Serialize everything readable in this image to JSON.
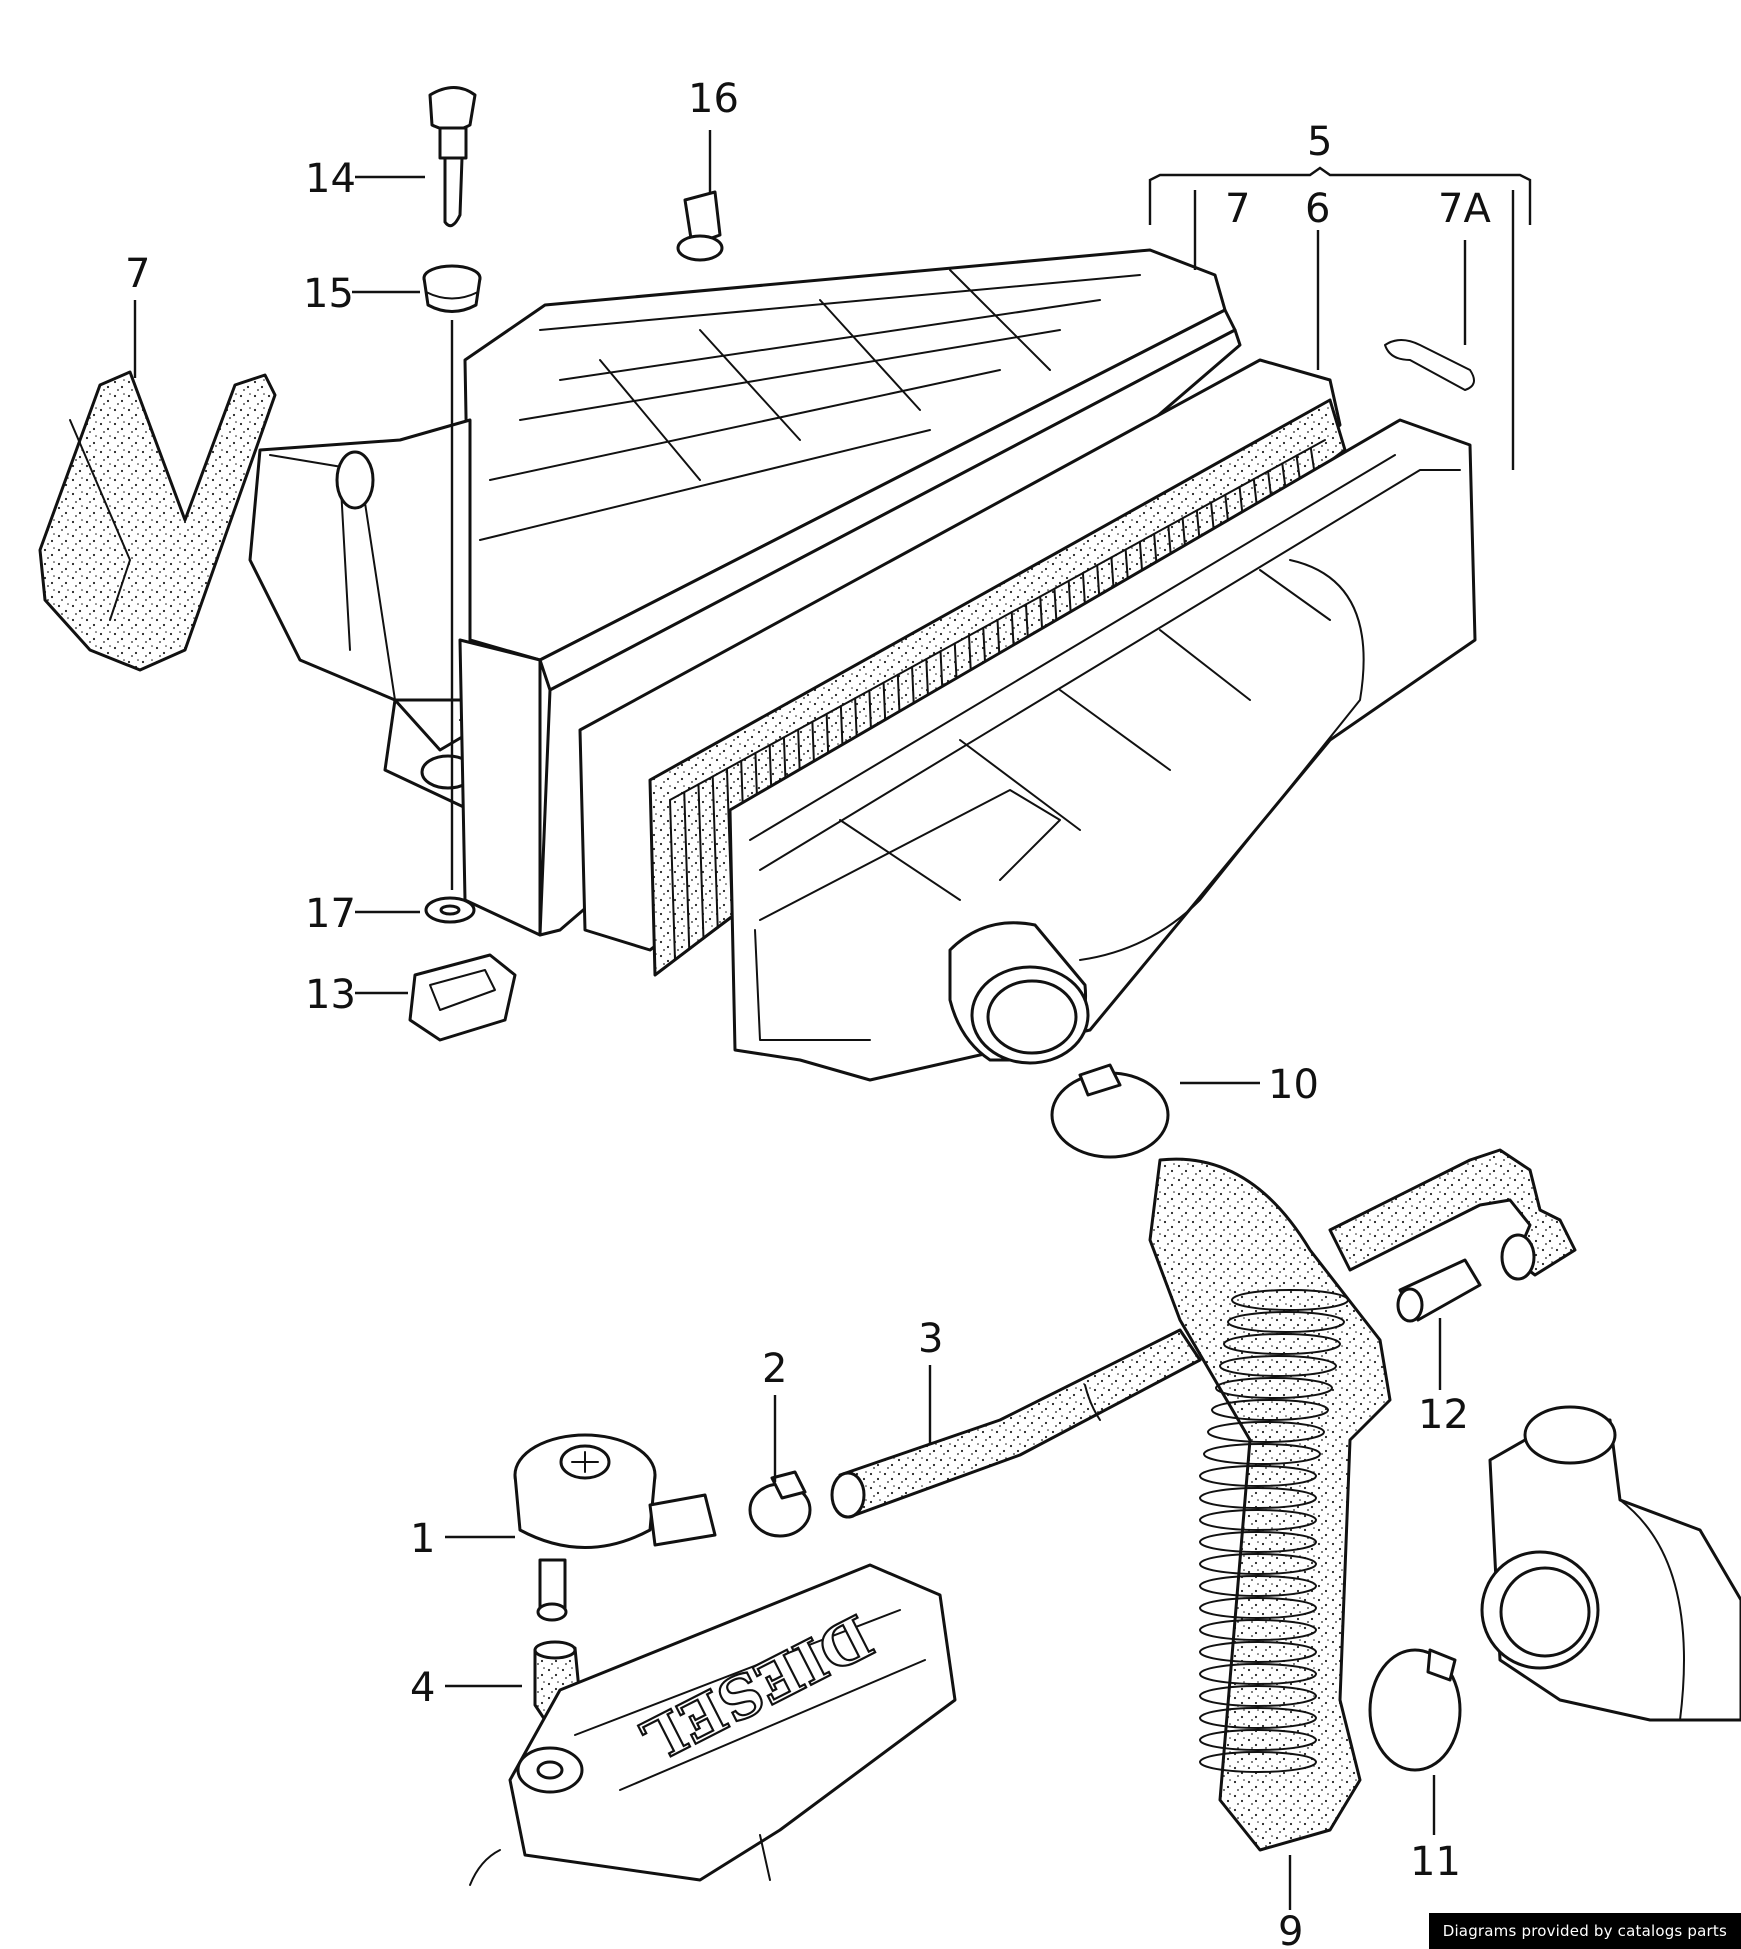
{
  "callouts": {
    "c1": "1",
    "c2": "2",
    "c3": "3",
    "c4": "4",
    "c5": "5",
    "c6": "6",
    "c7_top": "7",
    "c7_left": "7",
    "c7a": "7A",
    "c9": "9",
    "c10": "10",
    "c11": "11",
    "c12": "12",
    "c13": "13",
    "c14": "14",
    "c15": "15",
    "c16": "16",
    "c17": "17"
  },
  "embossed_text": "DIESEL",
  "credit": "Diagrams provided by catalogs parts"
}
